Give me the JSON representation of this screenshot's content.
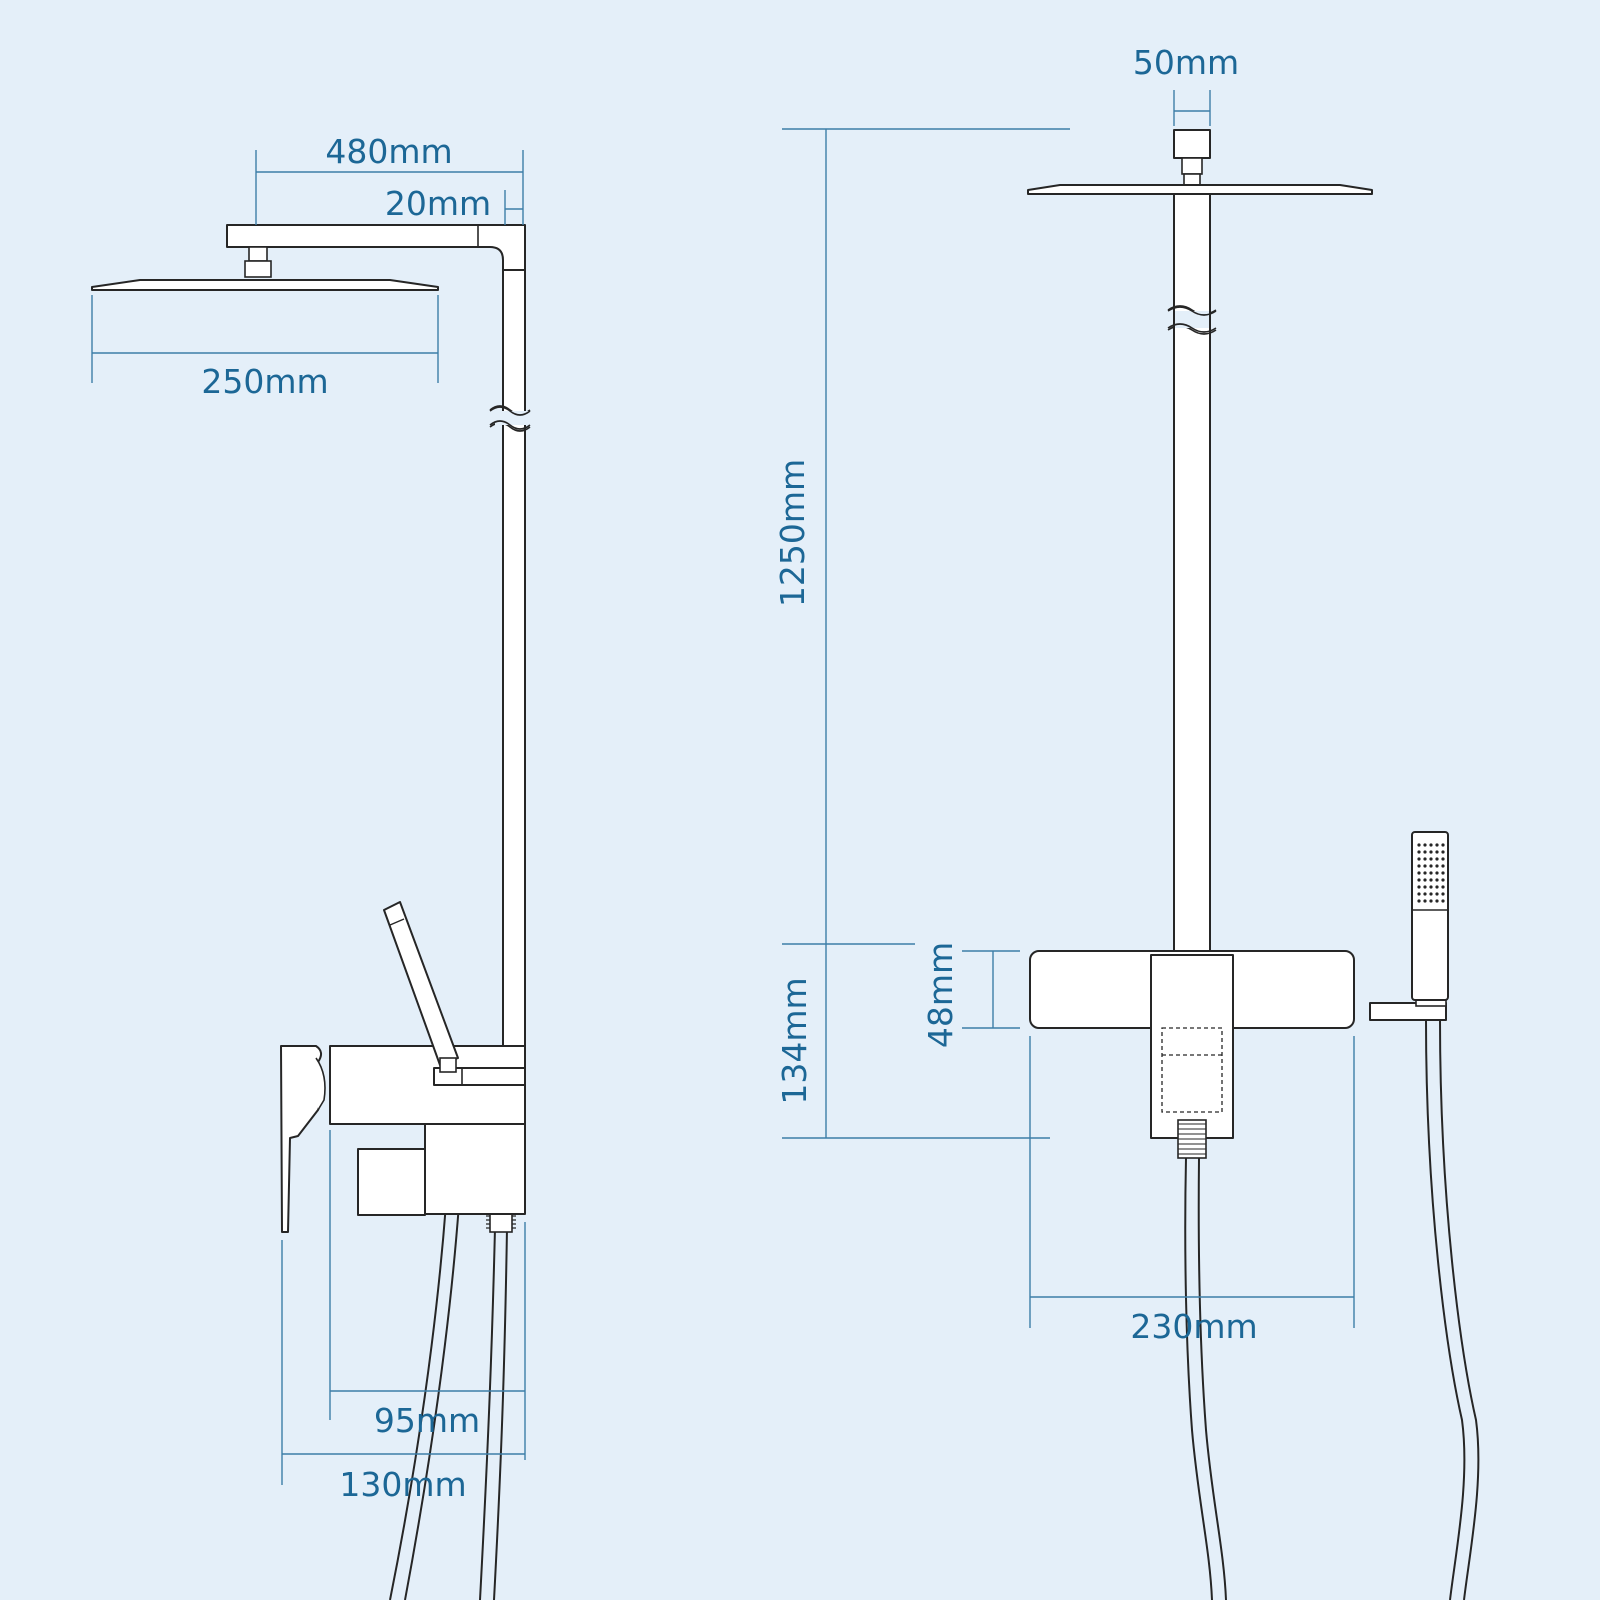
{
  "colors": {
    "background": "#e4eff9",
    "dimension_line": "#3d7ea8",
    "dimension_text": "#1c6796",
    "outline": "#262626",
    "fill": "#ffffff"
  },
  "side_view": {
    "arm_length": "480mm",
    "arm_thickness": "20mm",
    "head_width": "250mm",
    "mixer_depth": "95mm",
    "total_depth": "130mm"
  },
  "front_view": {
    "pipe_diameter": "50mm",
    "height": "1250mm",
    "mixer_drop": "134mm",
    "mixer_height": "48mm",
    "mixer_width": "230mm"
  }
}
